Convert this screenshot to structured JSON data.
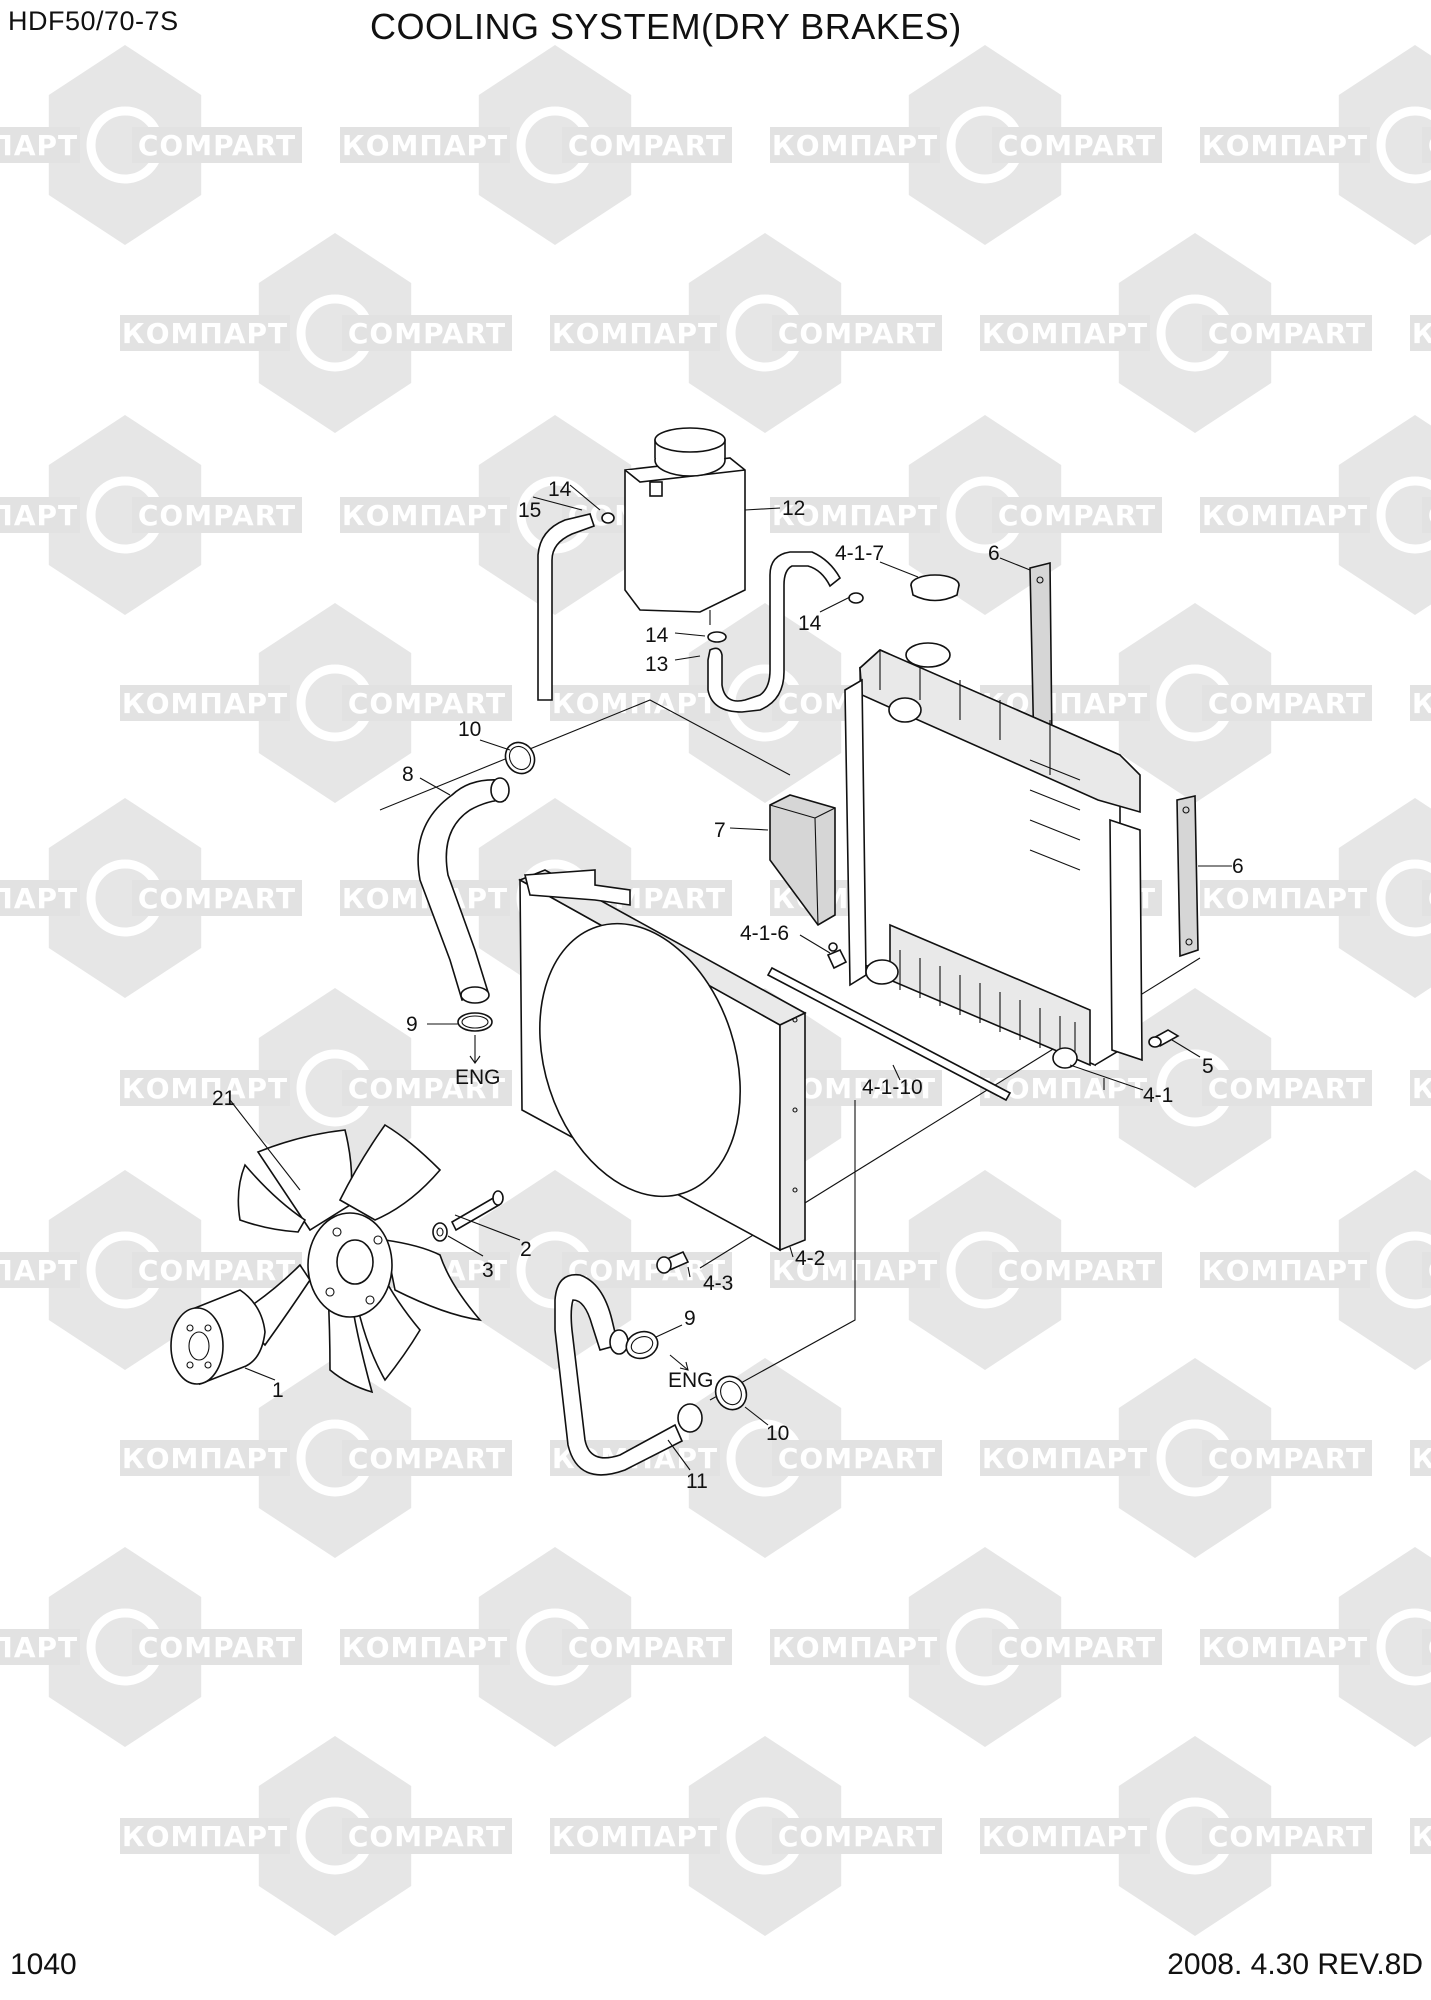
{
  "header": {
    "model": "HDF50/70-7S",
    "title": "COOLING SYSTEM(DRY BRAKES)"
  },
  "footer": {
    "page_number": "1040",
    "revision": "2008. 4.30 REV.8D"
  },
  "watermark": {
    "text_cyrillic": "КОМПАРТ",
    "text_latin": "COMPART"
  },
  "callouts": {
    "c1": "1",
    "c2": "2",
    "c3": "3",
    "c4_1": "4-1",
    "c4_1_6": "4-1-6",
    "c4_1_7": "4-1-7",
    "c4_1_10": "4-1-10",
    "c4_2": "4-2",
    "c4_3": "4-3",
    "c5": "5",
    "c6a": "6",
    "c6b": "6",
    "c7": "7",
    "c8": "8",
    "c9a": "9",
    "c9b": "9",
    "c10a": "10",
    "c10b": "10",
    "c11": "11",
    "c12": "12",
    "c13": "13",
    "c14a": "14",
    "c14b": "14",
    "c14c": "14",
    "c15": "15",
    "c21": "21",
    "eng_a": "ENG",
    "eng_b": "ENG"
  }
}
